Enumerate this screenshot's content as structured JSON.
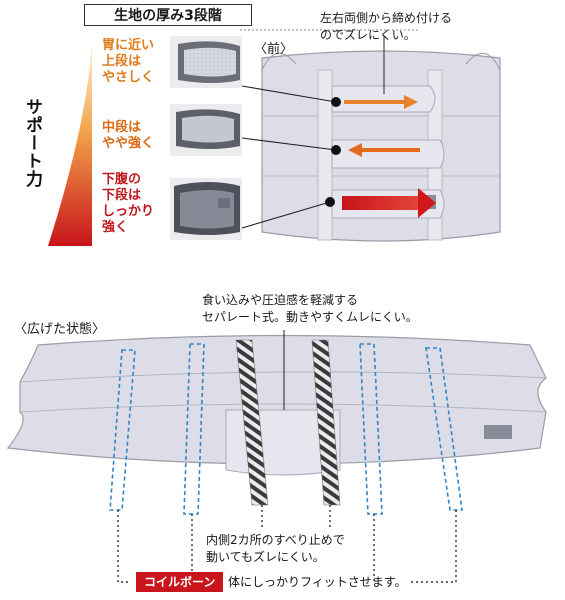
{
  "header": {
    "thickness_title": "生地の厚み3段階",
    "front_label": "〈前〉",
    "spread_label": "〈広げた状態〉"
  },
  "levels": {
    "top": [
      "胃に近い",
      "上段は",
      "やさしく"
    ],
    "middle": [
      "中段は",
      "やや強く"
    ],
    "bottom": [
      "下腹の",
      "下段は",
      "しっかり",
      "強く"
    ]
  },
  "support_label": "サポート力",
  "notes": {
    "fasten": [
      "左右両側から締め付ける",
      "のでズレにくい。"
    ],
    "separate": [
      "食い込みや圧迫感を軽減する",
      "セパレート式。動きやすくムレにくい。"
    ],
    "inner_stop": [
      "内側2カ所のすべり止めで",
      "動いてもズレにくい。"
    ]
  },
  "coil": {
    "badge": "コイルボーン",
    "text": "体にしっかりフィットさせます。"
  },
  "colors": {
    "orange_arrow": "#e8822a",
    "red_arrow": "#d0181c",
    "belt": "#dcdde6",
    "belt_edge": "#9a9caa",
    "bone_blue": "#2f86c8",
    "coil_red": "#c8141b",
    "gradient_top": "#fff0d0",
    "gradient_bottom": "#c8141b"
  }
}
